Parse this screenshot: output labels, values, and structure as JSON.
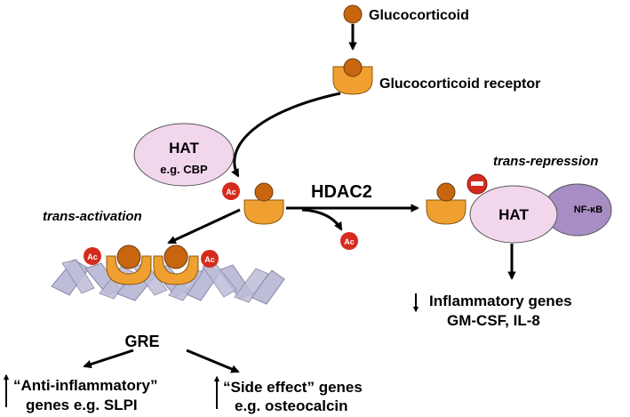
{
  "labels": {
    "glucocorticoid": "Glucocorticoid",
    "receptor": "Glucocorticoid receptor",
    "hat_left_title": "HAT",
    "hat_left_sub": "e.g. CBP",
    "hdac2": "HDAC2",
    "trans_repression": "trans-repression",
    "trans_activation": "trans-activation",
    "hat_right": "HAT",
    "nfkb": "NF-κB",
    "ac": "Ac",
    "minus": "–",
    "inflammatory_genes": "Inflammatory genes",
    "gm_csf": "GM-CSF, IL-8",
    "gre": "GRE",
    "anti_inflammatory_line1": "“Anti-inflammatory”",
    "anti_inflammatory_line2": "genes e.g. SLPI",
    "side_effect_line1": "“Side effect” genes",
    "side_effect_line2": "e.g. osteocalcin"
  },
  "colors": {
    "ligand": "#C8650F",
    "receptor": "#F0A030",
    "hat": "#F2D6EC",
    "nfkb": "#A88DC4",
    "acetyl": "#D52B1E",
    "dna": "#BEBDD8"
  }
}
